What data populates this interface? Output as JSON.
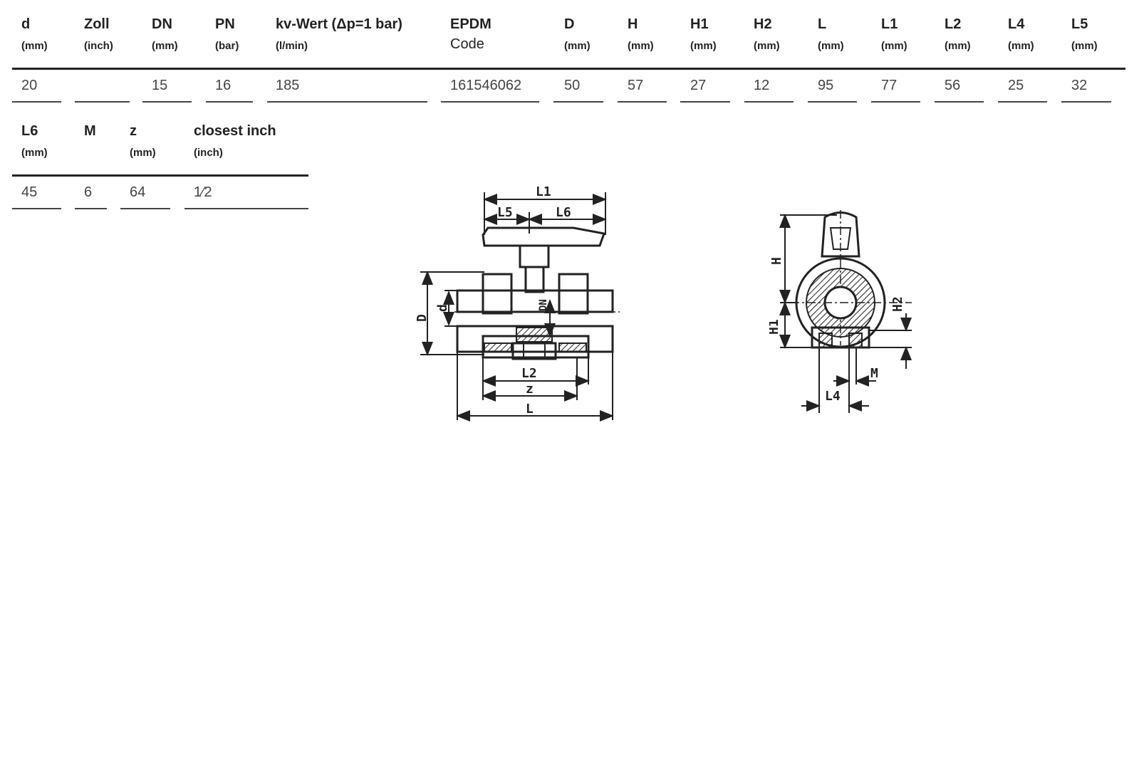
{
  "table1": {
    "headers": [
      {
        "name": "d",
        "unit": "(mm)"
      },
      {
        "name": "Zoll",
        "unit": "(inch)"
      },
      {
        "name": "DN",
        "unit": "(mm)"
      },
      {
        "name": "PN",
        "unit": "(bar)"
      },
      {
        "name": "kv-Wert (Δp=1 bar)",
        "unit": "(l/min)"
      },
      {
        "name": "EPDM",
        "name2": "Code",
        "unit": ""
      },
      {
        "name": "D",
        "unit": "(mm)"
      },
      {
        "name": "H",
        "unit": "(mm)"
      },
      {
        "name": "H1",
        "unit": "(mm)"
      },
      {
        "name": "H2",
        "unit": "(mm)"
      },
      {
        "name": "L",
        "unit": "(mm)"
      },
      {
        "name": "L1",
        "unit": "(mm)"
      },
      {
        "name": "L2",
        "unit": "(mm)"
      },
      {
        "name": "L4",
        "unit": "(mm)"
      },
      {
        "name": "L5",
        "unit": "(mm)"
      }
    ],
    "values": [
      "20",
      "",
      "15",
      "16",
      "185",
      "161546062",
      "50",
      "57",
      "27",
      "12",
      "95",
      "77",
      "56",
      "25",
      "32"
    ]
  },
  "table2": {
    "headers": [
      {
        "name": "L6",
        "unit": "(mm)"
      },
      {
        "name": "M",
        "unit": ""
      },
      {
        "name": "z",
        "unit": "(mm)"
      },
      {
        "name": "closest inch",
        "unit": "(inch)"
      }
    ],
    "values": [
      "45",
      "6",
      "64",
      "1⁄2"
    ]
  },
  "drawing": {
    "front_labels": [
      "L1",
      "L5",
      "L6",
      "D",
      "d",
      "DN",
      "L2",
      "z",
      "L"
    ],
    "side_labels": [
      "H",
      "H1",
      "H2",
      "M",
      "L4"
    ]
  }
}
